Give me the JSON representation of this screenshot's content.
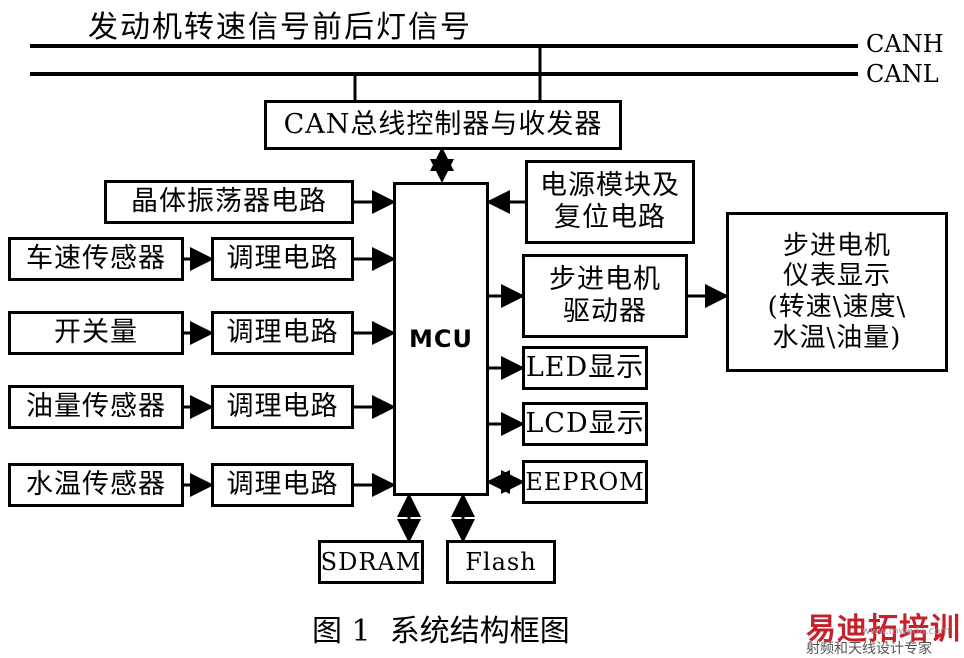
{
  "header_signals": "发动机转速信号前后灯信号",
  "bus_high": "CANH",
  "bus_low": "CANL",
  "can_controller": "CAN总线控制器与收发器",
  "mcu": "MCU",
  "crystal": "晶体振荡器电路",
  "power": "电源模块及\n复位电路",
  "sensors": [
    "车速传感器",
    "开关量",
    "油量传感器",
    "水温传感器"
  ],
  "conditioning": "调理电路",
  "stepper_driver": "步进电机\n驱动器",
  "stepper_meter": "步进电机\n仪表显示\n(转速\\速度\\\n水温\\油量)",
  "led": "LED显示",
  "lcd": "LCD显示",
  "eeprom": "EEPROM",
  "sdram": "SDRAM",
  "flash": "Flash",
  "caption": "图 1  系统结构框图",
  "watermark": {
    "brand": "易迪拓培训",
    "site": "www.mweda.com",
    "slogan": "射频和天线设计专家",
    "color": "#c8202a"
  }
}
